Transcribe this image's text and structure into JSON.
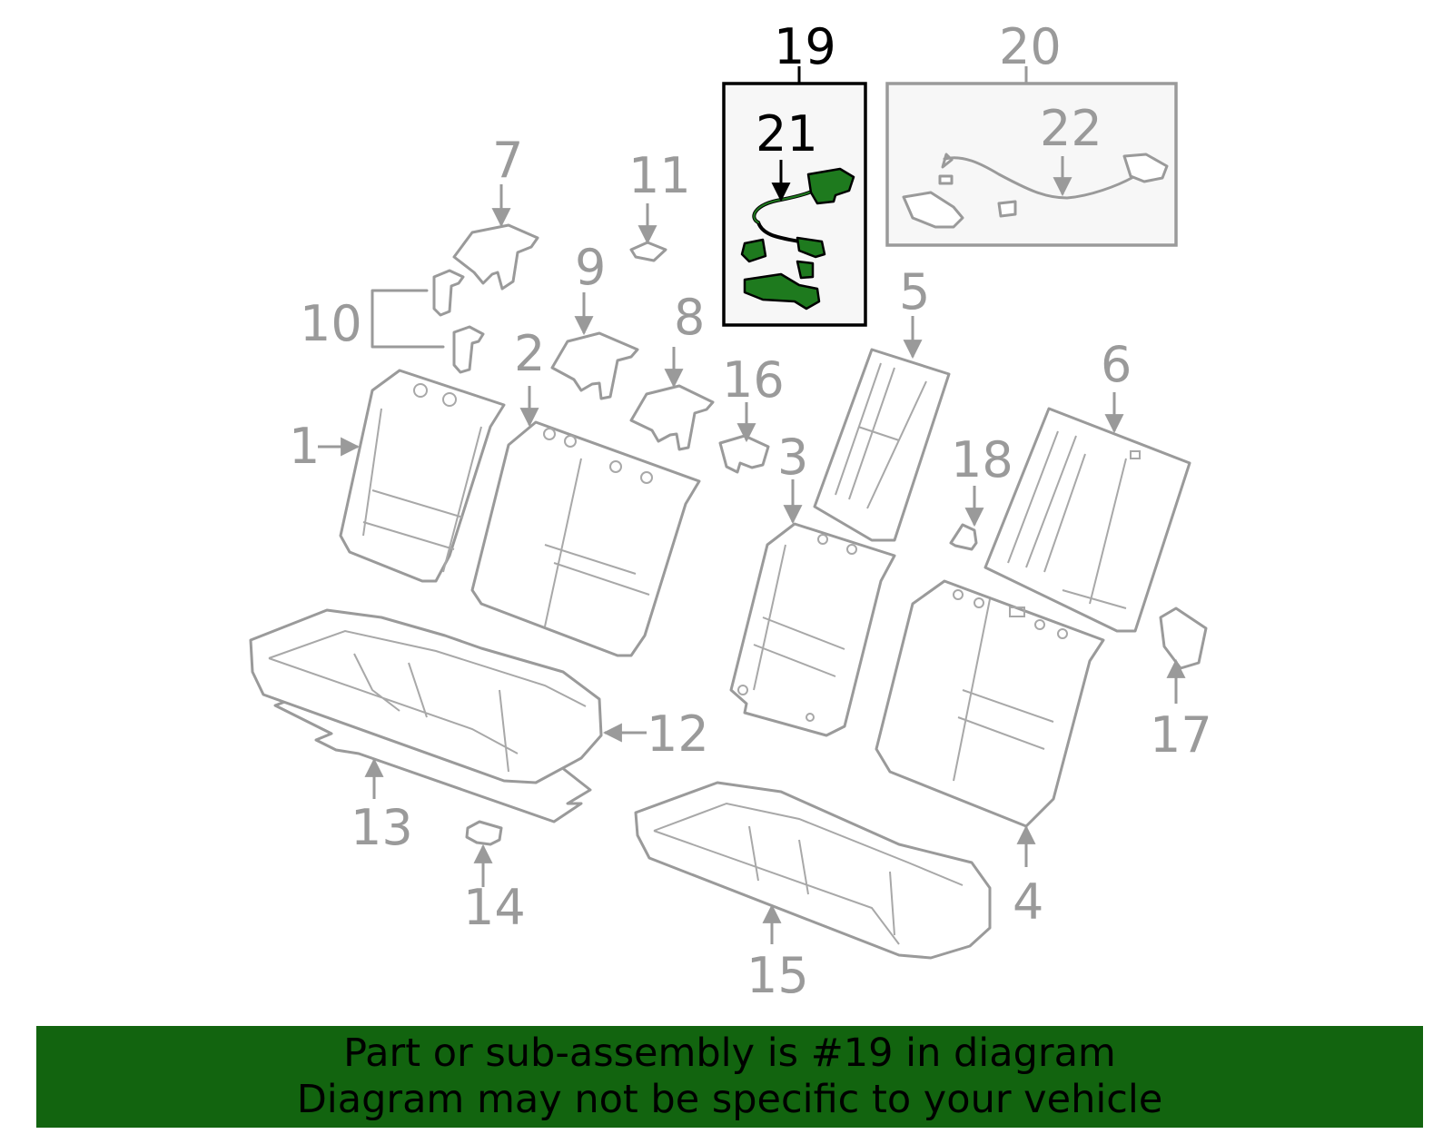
{
  "colors": {
    "highlight_label": "#000000",
    "muted_label": "#9a9a9a",
    "part_stroke": "#9a9a9a",
    "highlight_part_fill": "#1e7a1e",
    "box_background": "#f7f7f7",
    "banner_background": "#12640f",
    "banner_text": "#000000"
  },
  "highlighted_callout": "19",
  "callouts": {
    "c1": "1",
    "c2": "2",
    "c3": "3",
    "c4": "4",
    "c5": "5",
    "c6": "6",
    "c7": "7",
    "c8": "8",
    "c9": "9",
    "c10": "10",
    "c11": "11",
    "c12": "12",
    "c13": "13",
    "c14": "14",
    "c15": "15",
    "c16": "16",
    "c17": "17",
    "c18": "18",
    "c19": "19",
    "c20": "20",
    "c21": "21",
    "c22": "22"
  },
  "banner": {
    "line1": "Part or sub-assembly is #19 in diagram",
    "line2": "Diagram may not be specific to your vehicle"
  }
}
